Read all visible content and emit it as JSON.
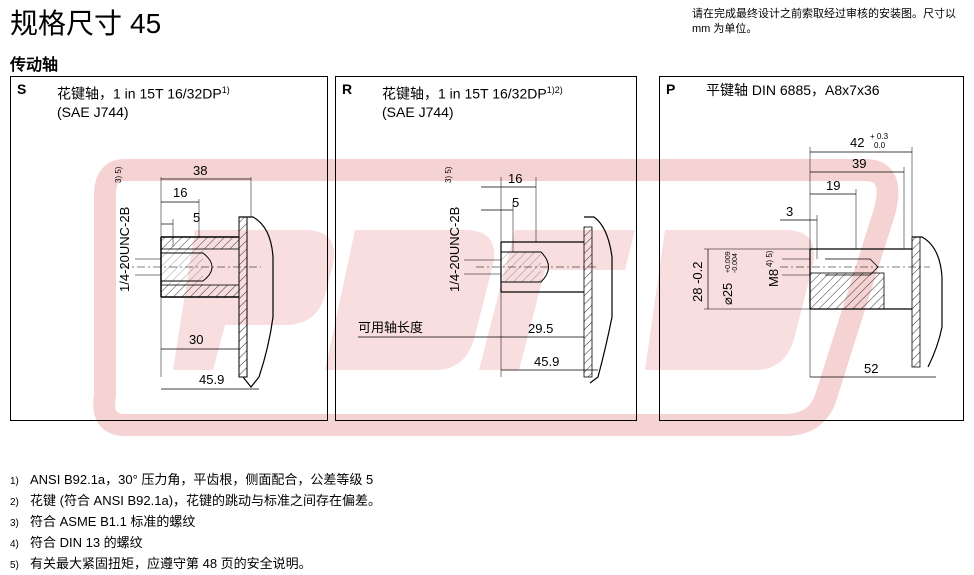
{
  "header": {
    "title": "规格尺寸",
    "number": "45",
    "note": "请在完成最终设计之前索取经过审核的安装图。尺寸以 mm 为单位。"
  },
  "section_title": "传动轴",
  "panels": [
    {
      "code": "S",
      "desc_line1": "花键轴，1 in 15T 16/32DP",
      "desc_sup1": "1)",
      "desc_line2": "(SAE J744)",
      "dims": {
        "d38": "38",
        "d16": "16",
        "d5": "5",
        "d30": "30",
        "d45_9": "45.9",
        "thread": "1/4-20UNC-2B",
        "thread_sup": "3) 5)"
      }
    },
    {
      "code": "R",
      "desc_line1": "花键轴，1 in 15T 16/32DP",
      "desc_sup1": "1)2)",
      "desc_line2": "(SAE J744)",
      "dims": {
        "d16": "16",
        "d5": "5",
        "usable_label": "可用轴长度",
        "d29_5": "29.5",
        "d45_9": "45.9",
        "thread": "1/4-20UNC-2B",
        "thread_sup": "3) 5)"
      }
    },
    {
      "code": "P",
      "desc_line1": "平键轴 DIN 6885，A8x7x36",
      "dims": {
        "d42": "42",
        "d42_tol_up": "+ 0.3",
        "d42_tol_low": "0.0",
        "d39": "39",
        "d19": "19",
        "d3": "3",
        "d52": "52",
        "d28": "28 -0.2",
        "dia25": "⌀25",
        "dia25_tol_up": "+0.009",
        "dia25_tol_low": "-0.004",
        "m8": "M8",
        "m8_sup": "4) 5)"
      }
    }
  ],
  "footnotes": [
    {
      "mark": "1)",
      "text": "ANSI B92.1a，30° 压力角，平齿根，侧面配合，公差等级 5"
    },
    {
      "mark": "2)",
      "text": "花键 (符合 ANSI B92.1a)，花键的跳动与标准之间存在偏差。"
    },
    {
      "mark": "3)",
      "text": "符合 ASME B1.1 标准的螺纹"
    },
    {
      "mark": "4)",
      "text": "符合 DIN 13 的螺纹"
    },
    {
      "mark": "5)",
      "text": "有关最大紧固扭矩，应遵守第 48 页的安全说明。"
    }
  ],
  "colors": {
    "watermark": "#f2c4c4",
    "line": "#000000",
    "hatch": "#000000"
  }
}
